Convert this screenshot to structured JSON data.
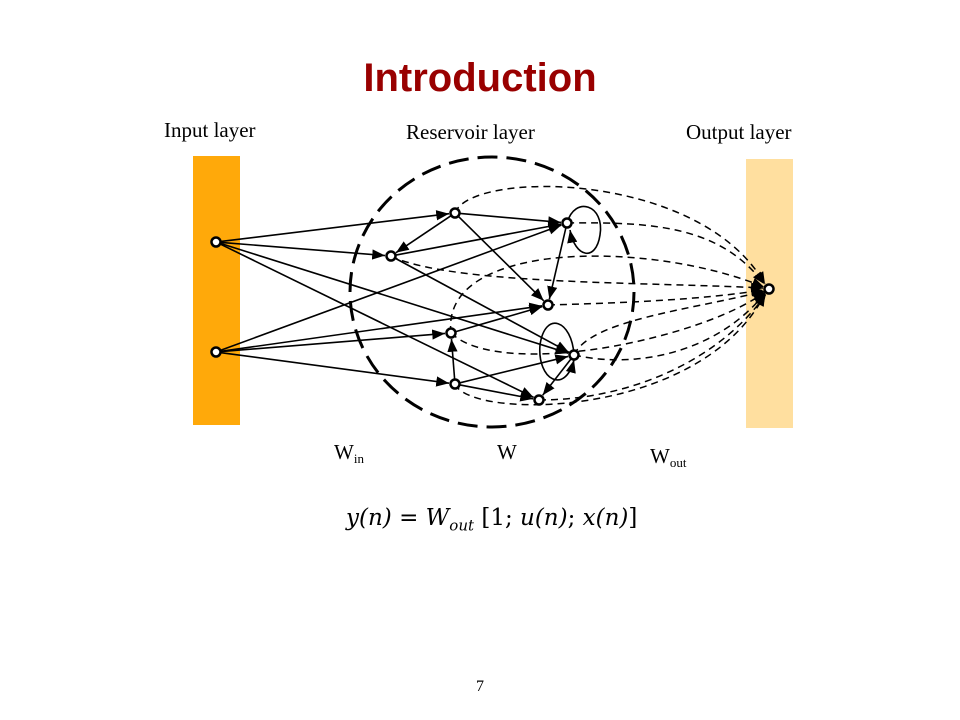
{
  "slide": {
    "title": "Introduction",
    "page_number": "7"
  },
  "diagram": {
    "input_label": "Input layer",
    "reservoir_label": "Reservoir layer",
    "output_label": "Output layer",
    "w_in": {
      "base": "W",
      "sub": "in"
    },
    "w": "W",
    "w_out": {
      "base": "W",
      "sub": "out"
    },
    "colors": {
      "input_layer": "#FFA90A",
      "output_layer": "#FFDF9F",
      "title": "#990000"
    }
  },
  "formula": "y(n) = W_out [1; u(n); x(n)]"
}
